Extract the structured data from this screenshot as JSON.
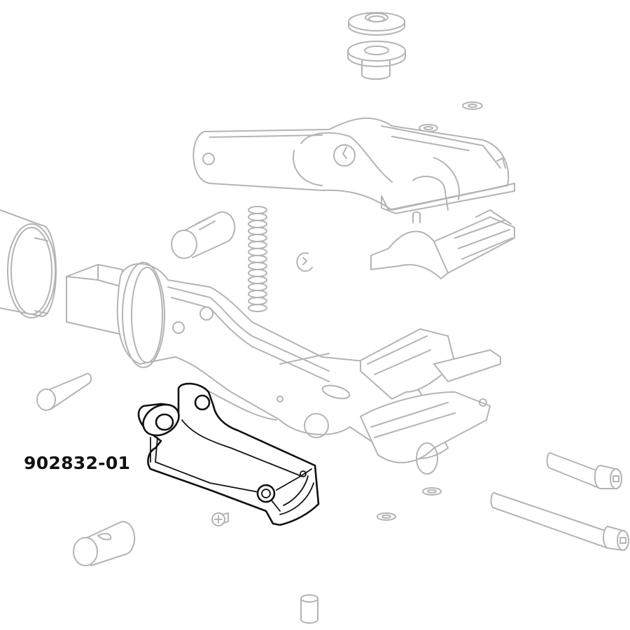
{
  "diagram": {
    "type": "exploded-parts-view",
    "highlight_color": "#111111",
    "line_color": "#b4b4b4",
    "background": "#ffffff",
    "callout": {
      "label": "902832-01",
      "target": "highlighted-bracket-part"
    },
    "parts": [
      {
        "id": "flanged-washer",
        "style": "grey"
      },
      {
        "id": "flanged-bushing",
        "style": "grey"
      },
      {
        "id": "upper-lever-arm",
        "style": "grey"
      },
      {
        "id": "small-washer-1",
        "style": "grey"
      },
      {
        "id": "small-washer-2",
        "style": "grey"
      },
      {
        "id": "upper-clamp-jaw",
        "style": "grey"
      },
      {
        "id": "slotted-cross-pin-upper",
        "style": "grey"
      },
      {
        "id": "compression-spring",
        "style": "grey"
      },
      {
        "id": "e-clip",
        "style": "grey"
      },
      {
        "id": "tube-sleeve",
        "style": "grey"
      },
      {
        "id": "main-body-arm",
        "style": "grey"
      },
      {
        "id": "lower-clamp-jaw",
        "style": "grey"
      },
      {
        "id": "pivot-pin",
        "style": "grey"
      },
      {
        "id": "bracket-902832-01",
        "style": "highlighted"
      },
      {
        "id": "phillips-screw",
        "style": "grey"
      },
      {
        "id": "star-washer-1",
        "style": "grey"
      },
      {
        "id": "star-washer-2",
        "style": "grey"
      },
      {
        "id": "socket-cap-screw-short",
        "style": "grey"
      },
      {
        "id": "socket-cap-screw-long",
        "style": "grey"
      },
      {
        "id": "slotted-cross-pin-lower",
        "style": "grey"
      },
      {
        "id": "spacer-bushing",
        "style": "grey"
      }
    ]
  }
}
